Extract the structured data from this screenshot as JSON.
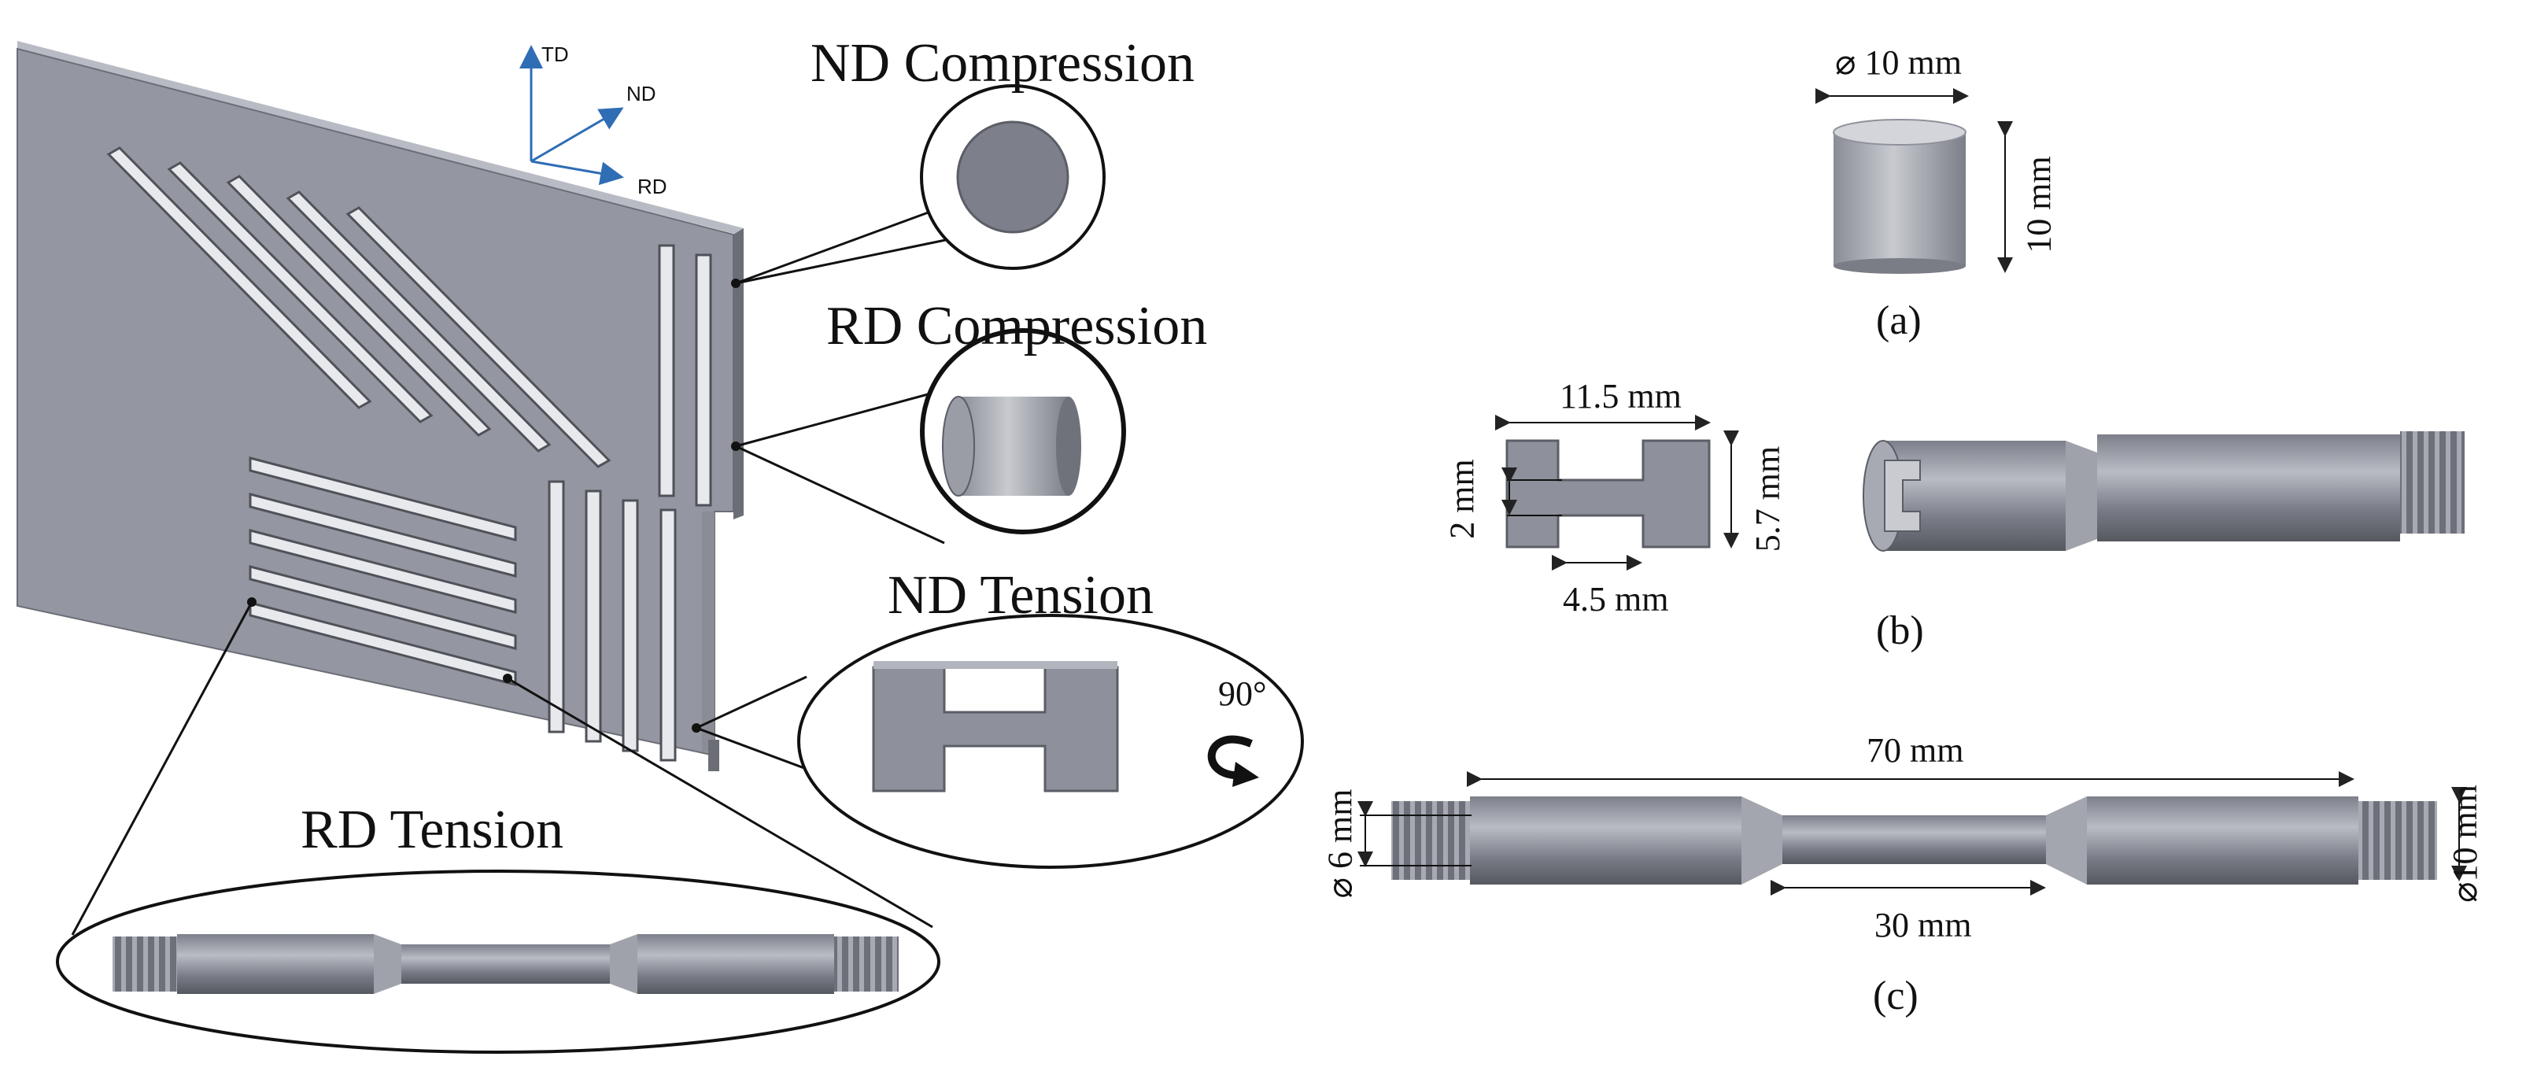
{
  "left": {
    "axes": {
      "td": "TD",
      "nd": "ND",
      "rd": "RD"
    },
    "callouts": {
      "nd_compression": "ND Compression",
      "rd_compression": "RD Compression",
      "nd_tension": "ND Tension",
      "rd_tension": "RD Tension",
      "rotation": "90°"
    }
  },
  "right": {
    "a": {
      "diameter": "⌀ 10 mm",
      "height": "10 mm",
      "caption": "(a)"
    },
    "b": {
      "width": "11.5 mm",
      "gauge_width": "2 mm",
      "height": "5.7 mm",
      "gauge_length": "4.5 mm",
      "caption": "(b)"
    },
    "c": {
      "total_length": "70 mm",
      "gauge_diameter": "⌀ 6 mm",
      "grip_diameter": "⌀10 mm",
      "gauge_length": "30 mm",
      "caption": "(c)"
    }
  },
  "colors": {
    "metal": "#8e919b",
    "metal_dark": "#5b5e66",
    "metal_light": "#c9cbd1",
    "axis_blue": "#2f6db5"
  }
}
